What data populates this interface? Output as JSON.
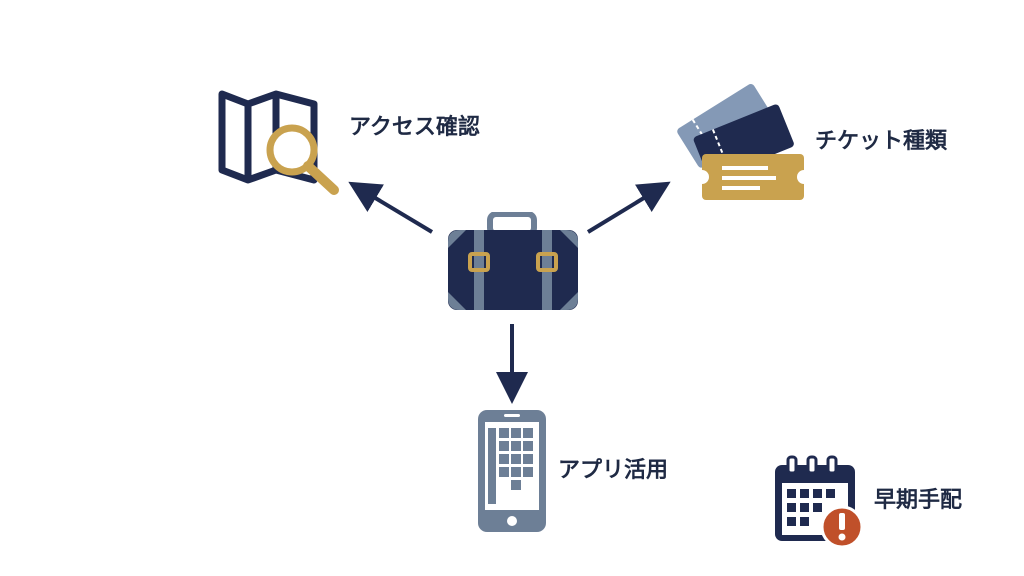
{
  "diagram": {
    "labels": {
      "access": "アクセス確認",
      "ticket": "チケット種類",
      "app": "アプリ活用",
      "early": "早期手配"
    }
  },
  "colors": {
    "navy": "#1f2a4f",
    "slate": "#6d7f96",
    "gold": "#c9a24f",
    "light_blue": "#8499b6",
    "text": "#1f2a44",
    "alert": "#c0502a"
  },
  "icons": {
    "center": "suitcase-icon",
    "access": "map-search-icon",
    "ticket": "tickets-icon",
    "app": "smartphone-app-icon",
    "early": "calendar-alert-icon"
  }
}
